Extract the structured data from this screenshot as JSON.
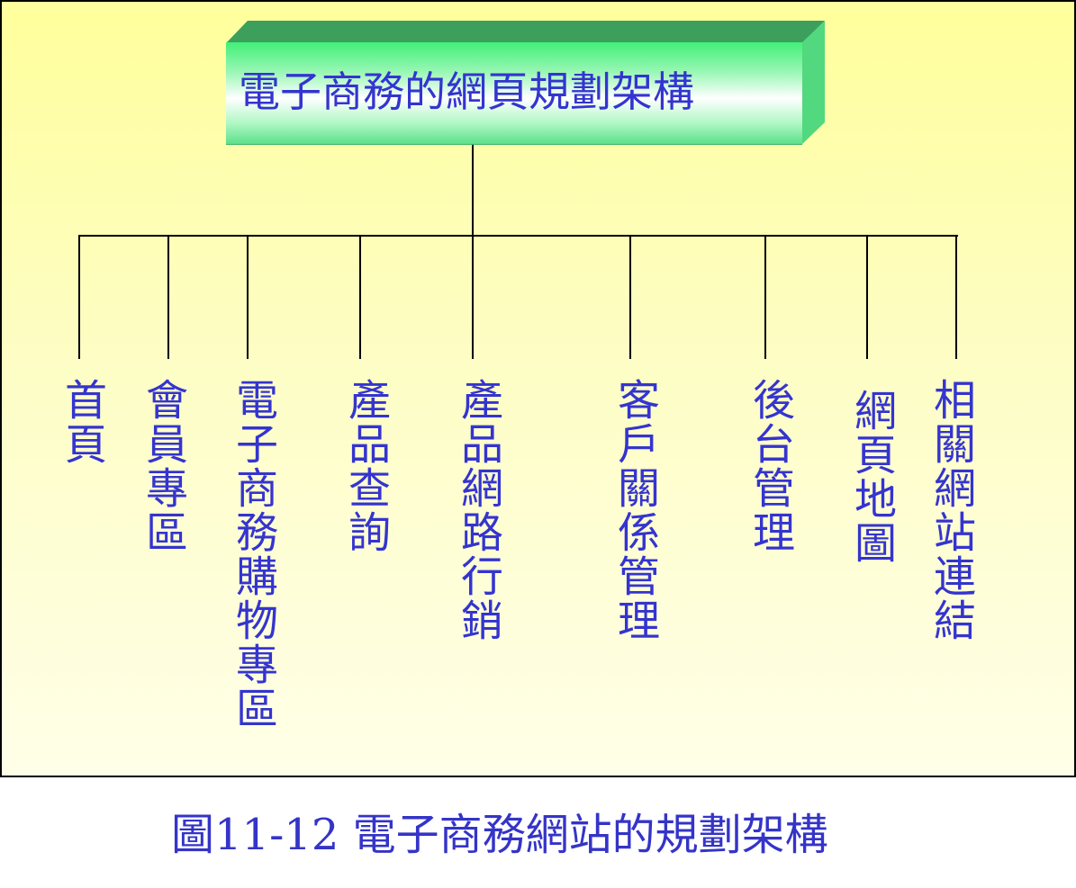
{
  "diagram": {
    "root": "電子商務的網頁規劃架構",
    "children": [
      "首頁",
      "會員專區",
      "電子商務購物專區",
      "產品查詢",
      "產品網路行銷",
      "客戶關係管理",
      "後台管理",
      "網頁地圖",
      "相關網站連結"
    ]
  },
  "caption": "圖11-12 電子商務網站的規劃架構",
  "colors": {
    "background": "#ffffb0",
    "text": "#3434d0",
    "title_box": "#6ef29a",
    "lines": "#000000"
  }
}
